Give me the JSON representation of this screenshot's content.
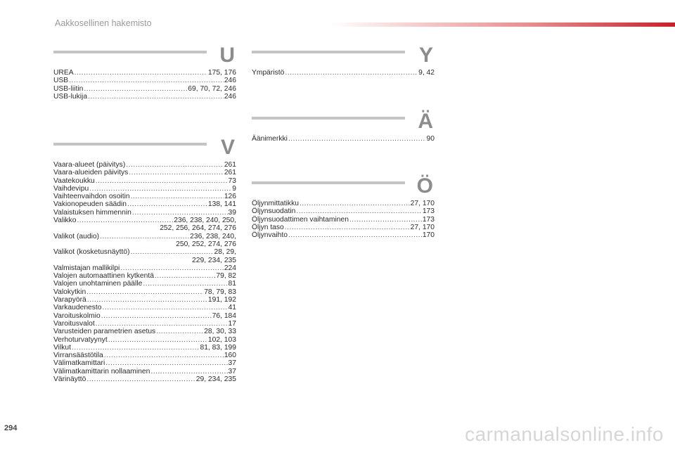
{
  "header": {
    "title": "Aakkosellinen hakemisto"
  },
  "page_number": "294",
  "watermark": "carmanualsonline.info",
  "sections": {
    "U": {
      "letter": "U",
      "entries": [
        {
          "term": "UREA",
          "pages": "175, 176"
        },
        {
          "term": "USB",
          "pages": "246"
        },
        {
          "term": "USB-liitin",
          "pages": "69, 70, 72, 246"
        },
        {
          "term": "USB-lukija",
          "pages": "246"
        }
      ]
    },
    "V": {
      "letter": "V",
      "entries": [
        {
          "term": "Vaara-alueet (päivitys)",
          "pages": "261"
        },
        {
          "term": "Vaara-alueiden päivitys",
          "pages": "261"
        },
        {
          "term": "Vaatekoukku",
          "pages": "73"
        },
        {
          "term": "Vaihdevipu",
          "pages": "9"
        },
        {
          "term": "Vaihteenvaihdon osoitin",
          "pages": "126"
        },
        {
          "term": "Vakionopeuden säädin",
          "pages": "138, 141"
        },
        {
          "term": "Valaistuksen himmennin",
          "pages": "39"
        },
        {
          "term": "Valikko",
          "pages": "236, 238, 240, 250,",
          "cont": "252, 256, 264, 274, 276"
        },
        {
          "term": "Valikot (audio)",
          "pages": "236, 238, 240,",
          "cont": "250, 252, 274, 276"
        },
        {
          "term": "Valikot (kosketusnäyttö)",
          "pages": "28, 29,",
          "cont": "229, 234, 235"
        },
        {
          "term": "Valmistajan mallikilpi",
          "pages": "224"
        },
        {
          "term": "Valojen automaattinen kytkentä",
          "pages": "79, 82"
        },
        {
          "term": "Valojen unohtaminen päälle",
          "pages": "81"
        },
        {
          "term": "Valokytkin",
          "pages": "78, 79, 83"
        },
        {
          "term": "Varapyörä",
          "pages": "191, 192"
        },
        {
          "term": "Varkaudenesto",
          "pages": "41"
        },
        {
          "term": "Varoituskolmio",
          "pages": "76, 184"
        },
        {
          "term": "Varoitusvalot",
          "pages": "17"
        },
        {
          "term": "Varusteiden parametrien asetus",
          "pages": "28, 30, 33"
        },
        {
          "term": "Verhoturvatyynyt",
          "pages": "102, 103"
        },
        {
          "term": "Vilkut",
          "pages": "81, 83, 199"
        },
        {
          "term": "Virransäästötila",
          "pages": "160"
        },
        {
          "term": "Välimatkamittari",
          "pages": "37"
        },
        {
          "term": "Välimatkamittarin nollaaminen",
          "pages": "37"
        },
        {
          "term": "Värinäyttö",
          "pages": "29, 234, 235"
        }
      ]
    },
    "Y": {
      "letter": "Y",
      "entries": [
        {
          "term": "Ympäristö",
          "pages": "9, 42"
        }
      ]
    },
    "AE": {
      "letter": "Ä",
      "entries": [
        {
          "term": "Äänimerkki",
          "pages": "90"
        }
      ]
    },
    "OE": {
      "letter": "Ö",
      "entries": [
        {
          "term": "Öljynmittatikku",
          "pages": "27, 170"
        },
        {
          "term": "Öljynsuodatin",
          "pages": "173"
        },
        {
          "term": "Öljynsuodattimen vaihtaminen",
          "pages": "173"
        },
        {
          "term": "Öljyn taso",
          "pages": "27, 170"
        },
        {
          "term": "Öljynvaihto",
          "pages": "170"
        }
      ]
    }
  }
}
